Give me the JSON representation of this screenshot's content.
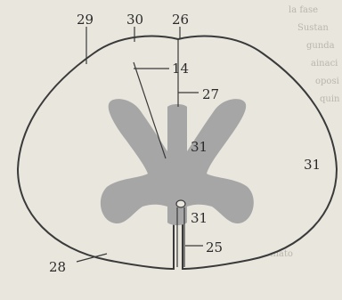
{
  "figure": {
    "labels": {
      "l29": "29",
      "l30": "30",
      "l26": "26",
      "l14": "14",
      "l27": "27",
      "l31_center": "31",
      "l31_right": "31",
      "l31_lower": "31",
      "l25": "25",
      "l28": "28"
    }
  },
  "colors": {
    "page": "#e9e6dd",
    "outline": "#3a3a3a",
    "grey_matter": "#a6a6a6",
    "label": "#2a2a2a"
  }
}
